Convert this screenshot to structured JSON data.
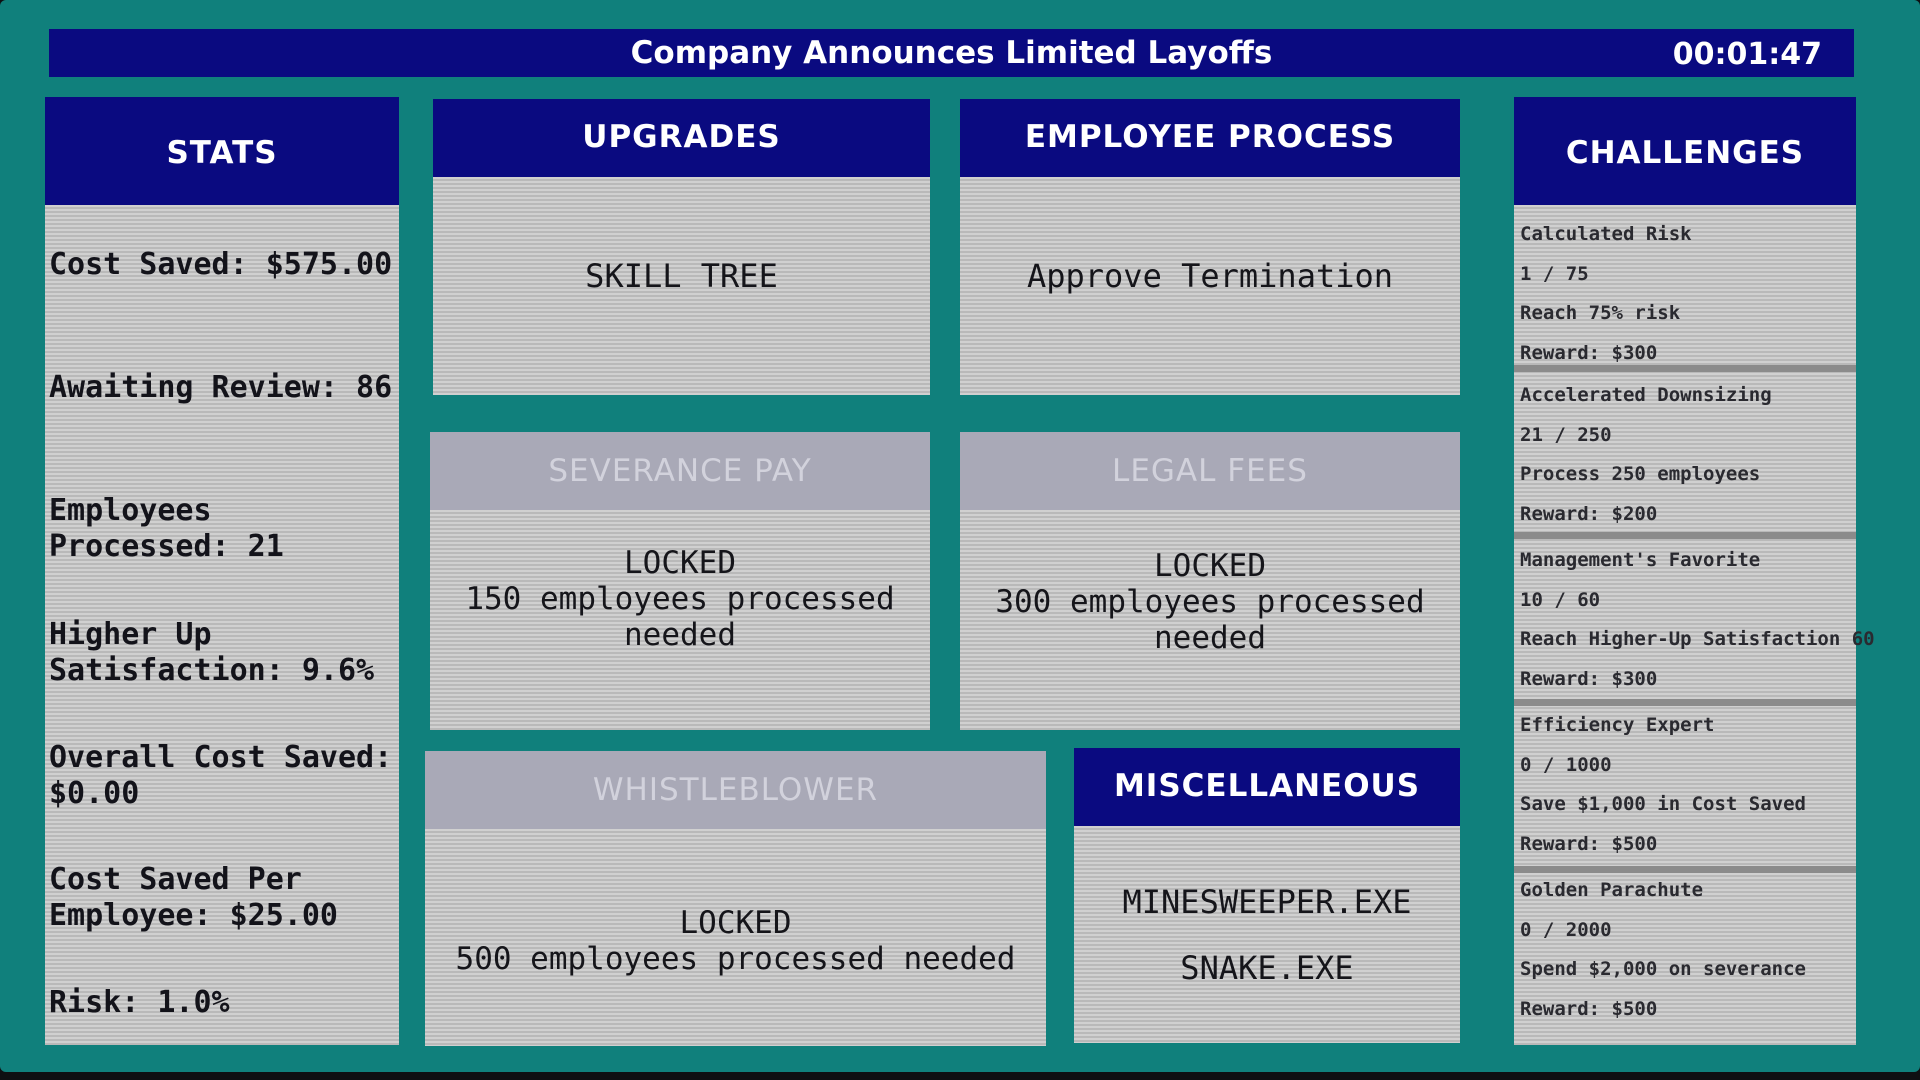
{
  "header": {
    "headline": "Company Announces Limited Layoffs",
    "timer": "00:01:47"
  },
  "stats": {
    "title": "STATS",
    "cost_saved": "Cost Saved: $575.00",
    "awaiting_review": "Awaiting Review: 86",
    "employees_processed_line1": "Employees",
    "employees_processed_line2": "Processed: 21",
    "higher_up_line1": "Higher Up",
    "higher_up_line2": "Satisfaction: 9.6%",
    "overall_cost_line1": "Overall Cost Saved:",
    "overall_cost_line2": "$0.00",
    "cost_per_employee_line1": "Cost Saved Per",
    "cost_per_employee_line2": "Employee: $25.00",
    "risk": "Risk: 1.0%"
  },
  "upgrades": {
    "title": "UPGRADES",
    "skill_tree": "SKILL TREE"
  },
  "employee_process": {
    "title": "EMPLOYEE PROCESS",
    "approve": "Approve Termination"
  },
  "severance_pay": {
    "title": "SEVERANCE PAY",
    "locked": "LOCKED",
    "requirement_line1": "150 employees processed",
    "requirement_line2": "needed"
  },
  "legal_fees": {
    "title": "LEGAL FEES",
    "locked": "LOCKED",
    "requirement_line1": "300 employees processed",
    "requirement_line2": "needed"
  },
  "whistleblower": {
    "title": "WHISTLEBLOWER",
    "locked": "LOCKED",
    "requirement": "500 employees processed needed"
  },
  "miscellaneous": {
    "title": "MISCELLANEOUS",
    "items": [
      "MINESWEEPER.EXE",
      "SNAKE.EXE"
    ]
  },
  "challenges": {
    "title": "CHALLENGES",
    "items": [
      {
        "name": "Calculated Risk",
        "progress": "1 / 75",
        "goal": "Reach 75% risk",
        "reward": "Reward: $300"
      },
      {
        "name": "Accelerated Downsizing",
        "progress": "21 / 250",
        "goal": "Process 250 employees",
        "reward": "Reward: $200"
      },
      {
        "name": "Management's Favorite",
        "progress": "10 / 60",
        "goal": "Reach Higher-Up Satisfaction 60",
        "reward": "Reward: $300"
      },
      {
        "name": "Efficiency Expert",
        "progress": "0 / 1000",
        "goal": "Save $1,000 in Cost Saved",
        "reward": "Reward: $500"
      },
      {
        "name": "Golden Parachute",
        "progress": "0 / 2000",
        "goal": "Spend $2,000 on severance",
        "reward": "Reward: $500"
      }
    ]
  }
}
